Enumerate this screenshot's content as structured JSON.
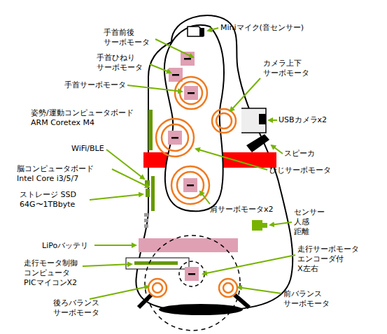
{
  "diagram": {
    "labels": [
      "Miniマイク(音センサー)",
      "手首前後 サーボモータ",
      "手首ひねり サーボモータ",
      "カメラ上下 サーボモータ",
      "手首サーボモータ",
      "姿勢/運動コンピュータボード ARM Coretex M4",
      "USBカメラx2",
      "WiFi/BLE",
      "スピーカ",
      "脳コンピュータボード Intel Core i3/5/7",
      "ひじサーボモータ",
      "ストレージ SSD 64G〜1TBbyte",
      "肩サーボモータx2",
      "センサー 人感 距離",
      "LiPoバッテリ",
      "走行サーボモータ エンコーダ付 X左右",
      "走行モータ制御 コンピュータ PICマイコンX2",
      "後ろバランス サーボモータ",
      "前バランス サーボモータ"
    ]
  }
}
